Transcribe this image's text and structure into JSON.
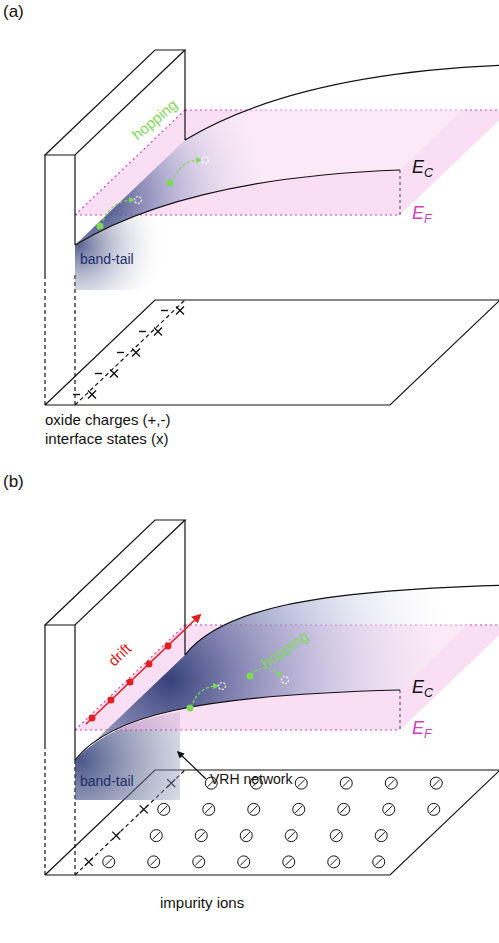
{
  "diagram": {
    "labels": [
      "(a)",
      "hopping",
      "band-tail",
      "EC",
      "EF",
      "oxide charges (+,-)",
      "interface states (x)",
      "(b)",
      "drift",
      "hopping",
      "VRH network",
      "band-tail",
      "EC",
      "EF",
      "impurity ions"
    ]
  }
}
